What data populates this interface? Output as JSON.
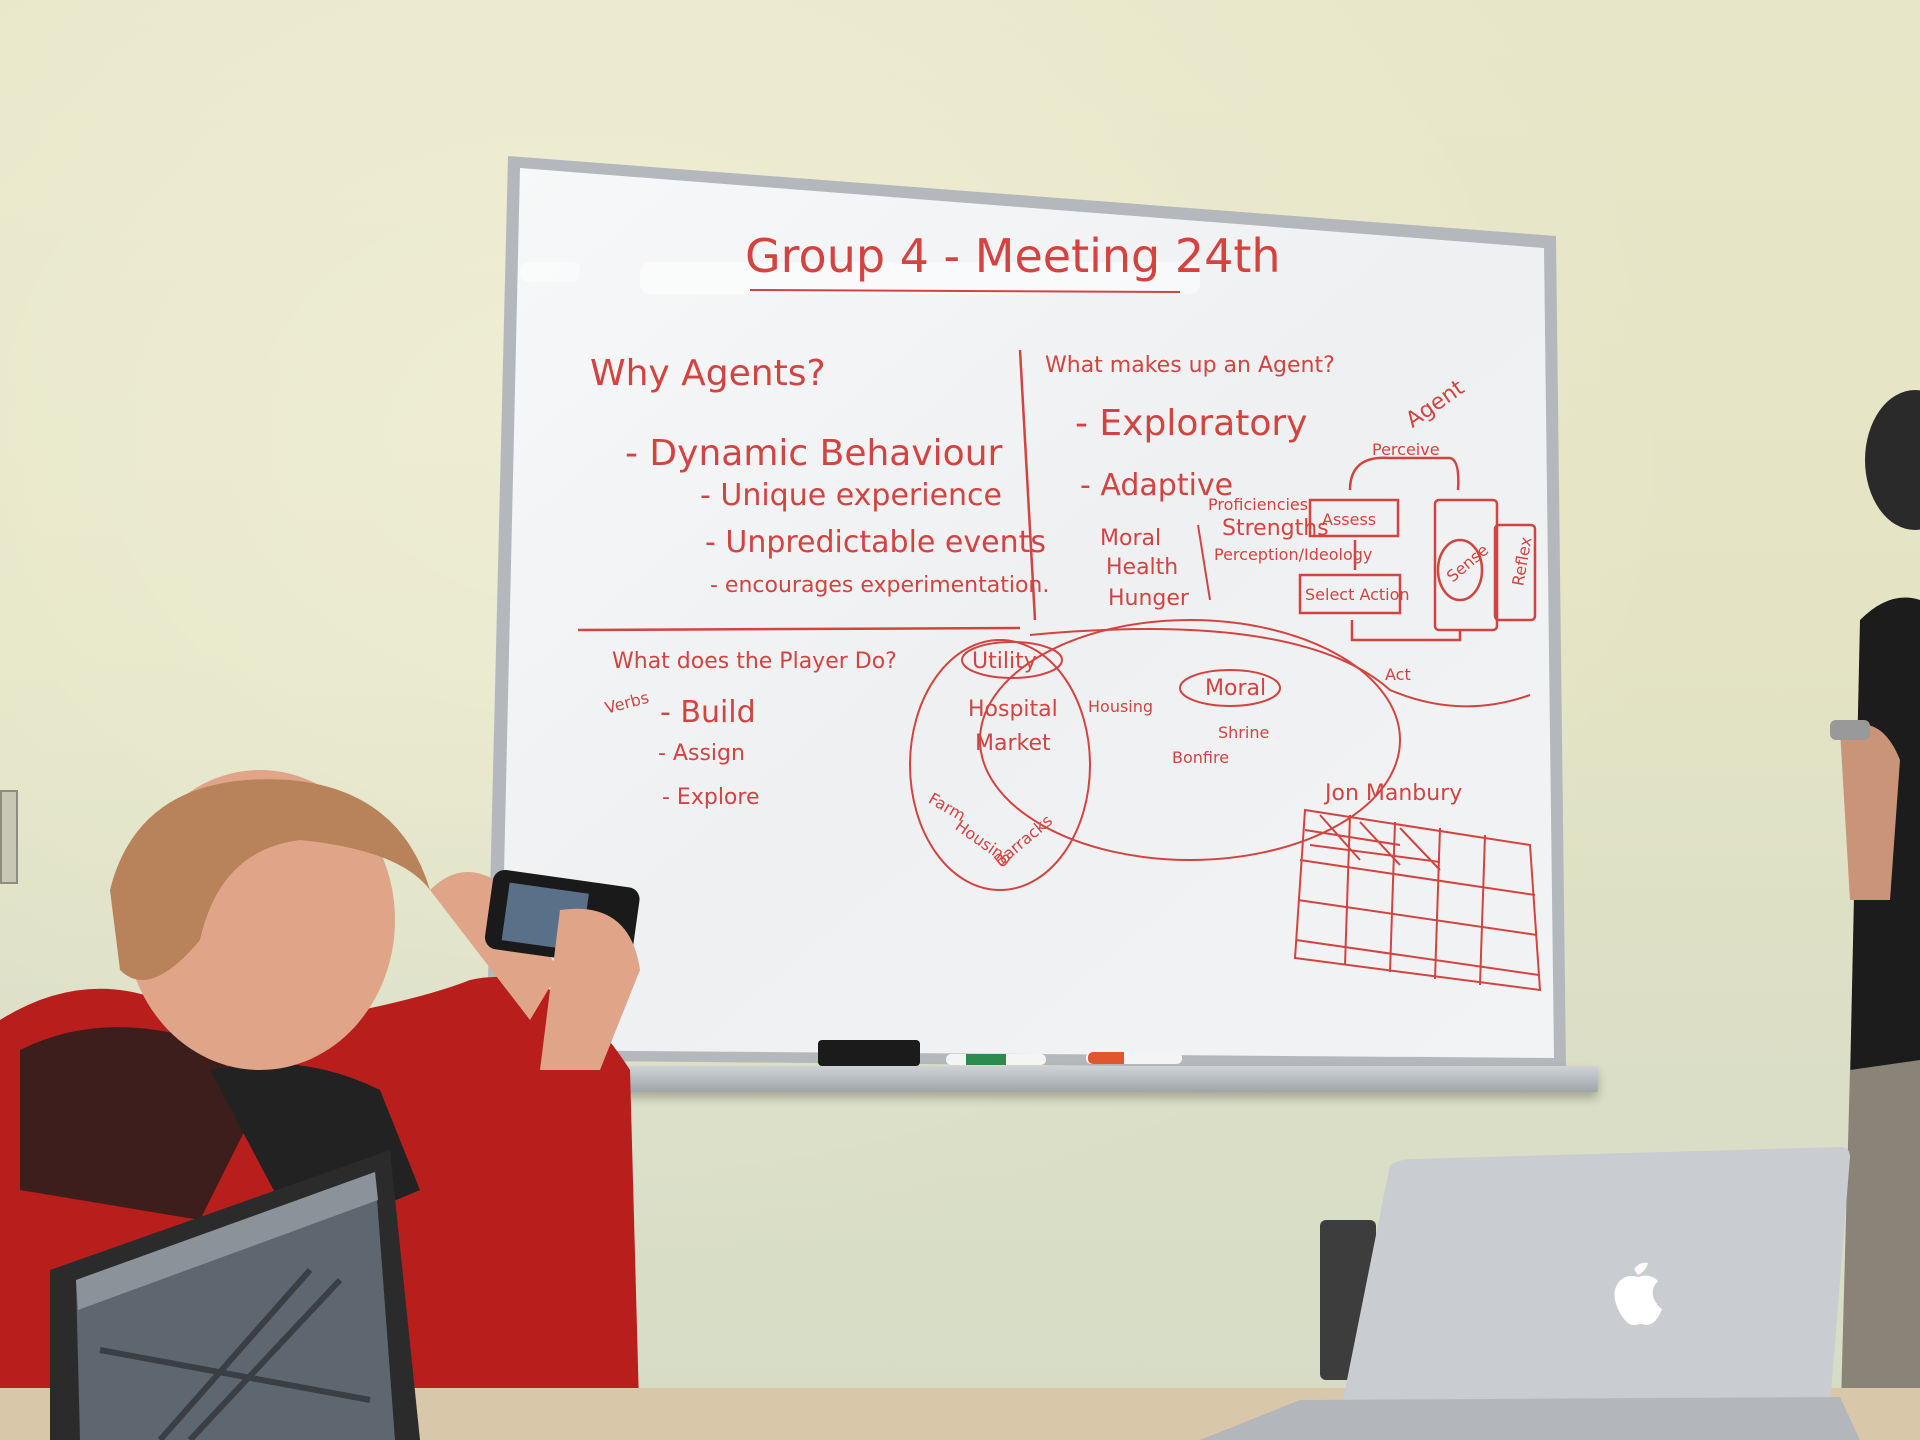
{
  "whiteboard": {
    "title": "Group 4 - Meeting 24th",
    "why_agents": {
      "heading": "Why Agents?",
      "point": "- Dynamic Behaviour",
      "subpoints": [
        "- Unique experience",
        "- Unpredictable events",
        "- encourages experimentation."
      ]
    },
    "makeup": {
      "heading": "What makes up an Agent?",
      "items": [
        "- Exploratory",
        "- Adaptive"
      ],
      "stats": [
        "Moral",
        "Health",
        "Hunger"
      ],
      "attrs": [
        "Proficiencies",
        "Strengths",
        "Perception/Ideology"
      ]
    },
    "agent_diagram": {
      "agent": "Agent",
      "perceive": "Perceive",
      "assess": "Assess",
      "select": "Select Action",
      "act": "Act",
      "small1": "Sense",
      "small2": "Reflex"
    },
    "player": {
      "heading": "What does the Player Do?",
      "verbs_label": "Verbs",
      "verbs": [
        "- Build",
        "- Assign",
        "- Explore"
      ]
    },
    "venn": {
      "left_label": "Utility",
      "left_items": [
        "Hospital",
        "Market"
      ],
      "farm": "Farm",
      "left_bottom": [
        "Housing",
        "Barracks"
      ],
      "center": "Housing",
      "right_label": "Moral",
      "right_items": [
        "Shrine",
        "Bonfire"
      ]
    },
    "grid_label": "Jon Manbury"
  },
  "colors": {
    "marker": "#d4433f",
    "wall": "#e4e4c4",
    "hoodie": "#c0221e",
    "laptop_silver": "#c8ccd0"
  }
}
